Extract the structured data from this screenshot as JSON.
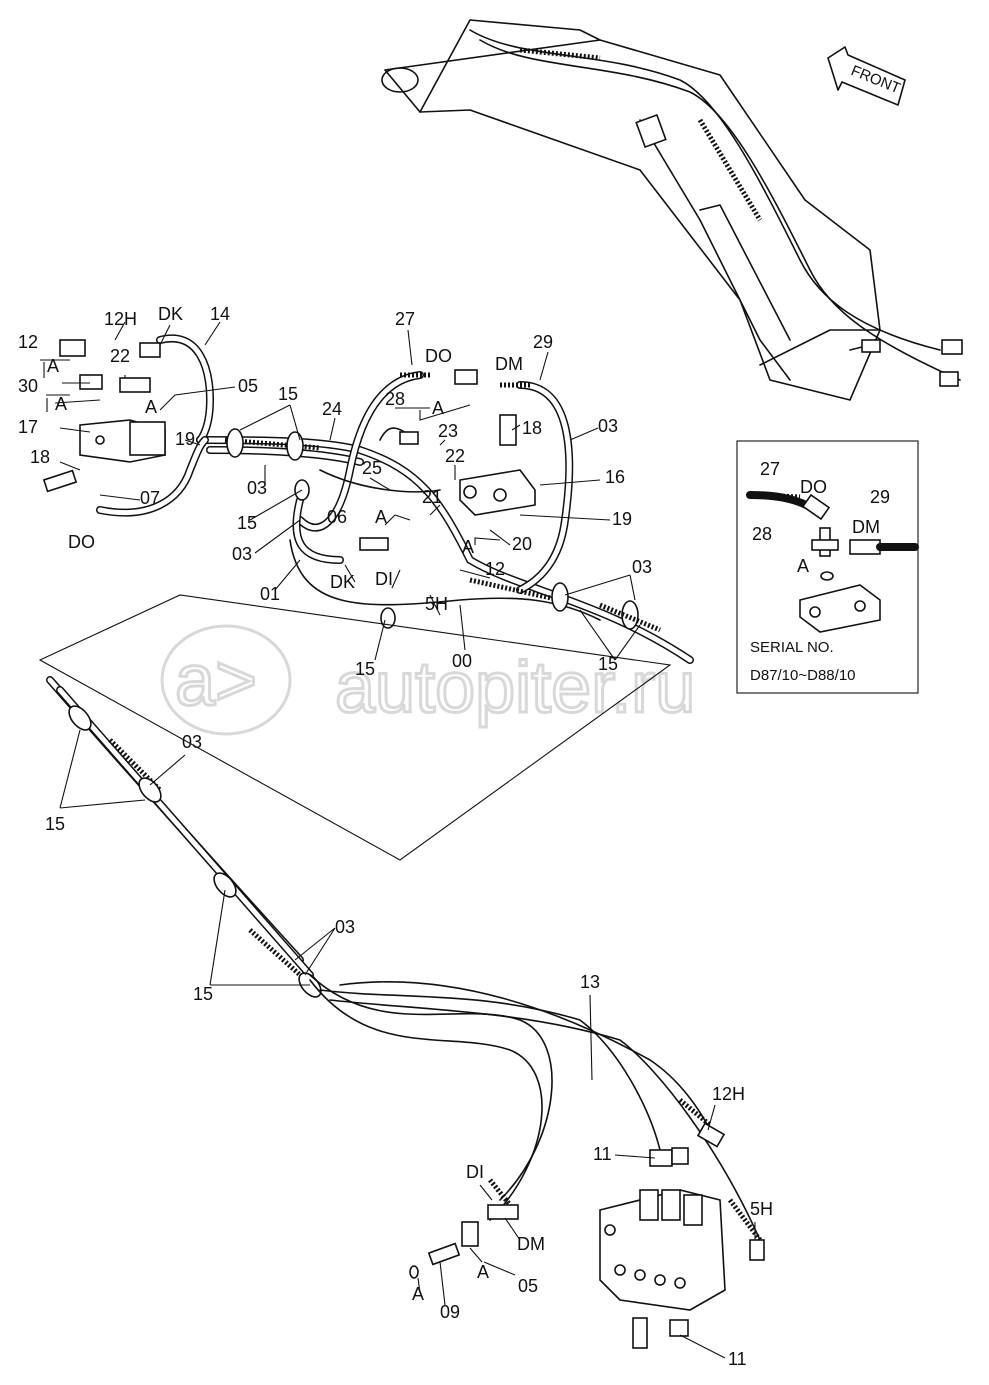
{
  "watermark": {
    "logo": "a>",
    "text": "autopiter.ru"
  },
  "front_label": "FRONT",
  "inset": {
    "serial_title": "SERIAL NO.",
    "serial_range": "D87/10~D88/10",
    "labels": [
      "27",
      "DO",
      "29",
      "DM",
      "28",
      "A"
    ]
  },
  "labels": [
    "12",
    "A",
    "30",
    "A",
    "17",
    "18",
    "DO",
    "12H",
    "DK",
    "22",
    "14",
    "A",
    "05",
    "15",
    "19",
    "07",
    "03",
    "15",
    "03",
    "01",
    "24",
    "27",
    "DO",
    "06",
    "A",
    "DK",
    "28",
    "A",
    "23",
    "25",
    "22",
    "21",
    "DM",
    "29",
    "18",
    "03",
    "16",
    "19",
    "A",
    "20",
    "DI",
    "12",
    "5H",
    "00",
    "15",
    "03",
    "15",
    "03",
    "15",
    "03",
    "15",
    "13",
    "12H",
    "11",
    "DI",
    "DM",
    "5H",
    "A",
    "05",
    "A",
    "09",
    "11"
  ]
}
